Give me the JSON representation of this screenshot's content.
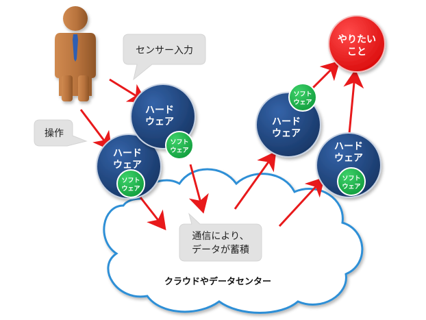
{
  "diagram": {
    "callouts": {
      "sensor_input": "センサー入力",
      "operation": "操作",
      "data_storage_line1": "通信により、",
      "data_storage_line2": "データが蓄積"
    },
    "cloud_label": "クラウドやデータセンター",
    "goal": {
      "line1": "やりたい",
      "line2": "こと"
    },
    "hardware": {
      "line1": "ハード",
      "line2": "ウェア"
    },
    "software": {
      "line1": "ソフト",
      "line2": "ウェア"
    },
    "colors": {
      "hardware_fill": "#1f3f73",
      "software_fill": "#19b34a",
      "goal_fill": "#ee1111",
      "arrow": "#e8191b",
      "cloud_stroke": "#2f8fd6",
      "callout_fill": "#e2e2e2",
      "person_body": "#b8733d",
      "person_tie": "#2f5fb3"
    }
  }
}
